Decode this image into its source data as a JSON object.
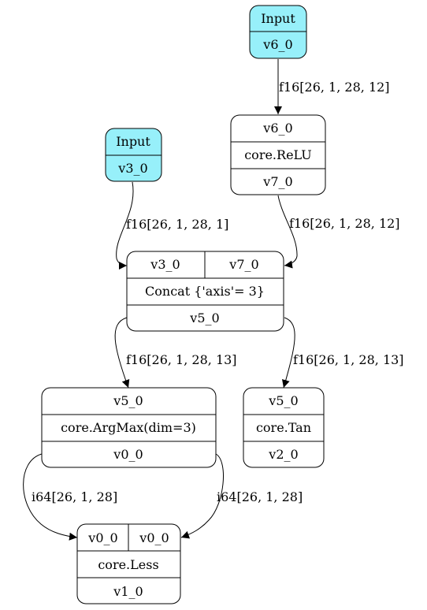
{
  "colors": {
    "input_fill": "#97f0fa",
    "node_fill": "#ffffff",
    "stroke": "#000000"
  },
  "nodes": {
    "input_v6": {
      "top": "Input",
      "bottom": "v6_0"
    },
    "input_v3": {
      "top": "Input",
      "bottom": "v3_0"
    },
    "relu": {
      "input": "v6_0",
      "op": "core.ReLU",
      "output": "v7_0"
    },
    "concat": {
      "input_left": "v3_0",
      "input_right": "v7_0",
      "op": "Concat {'axis'= 3}",
      "output": "v5_0"
    },
    "argmax": {
      "input": "v5_0",
      "op": "core.ArgMax(dim=3)",
      "output": "v0_0"
    },
    "tan": {
      "input": "v5_0",
      "op": "core.Tan",
      "output": "v2_0"
    },
    "less": {
      "input_left": "v0_0",
      "input_right": "v0_0",
      "op": "core.Less",
      "output": "v1_0"
    }
  },
  "edges": {
    "input_v6_to_relu": "f16[26, 1, 28, 12]",
    "input_v3_to_concat": "f16[26, 1, 28, 1]",
    "relu_to_concat": "f16[26, 1, 28, 12]",
    "concat_to_argmax": "f16[26, 1, 28, 13]",
    "concat_to_tan": "f16[26, 1, 28, 13]",
    "argmax_to_less_left": "i64[26, 1, 28]",
    "argmax_to_less_right": "i64[26, 1, 28]"
  }
}
